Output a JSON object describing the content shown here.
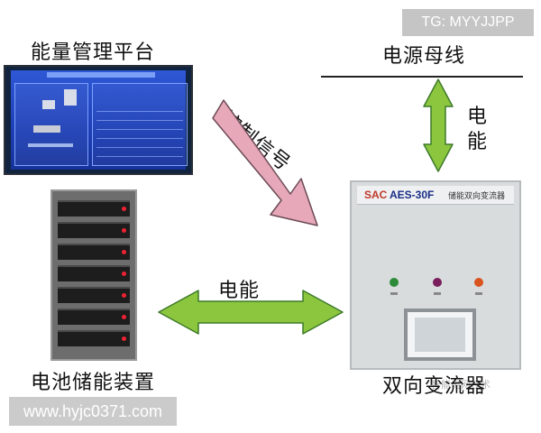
{
  "labels": {
    "platform": "能量管理平台",
    "bus": "电源母线",
    "battery": "电池储能装置",
    "converter": "双向变流器",
    "control_signal": "控制信号",
    "energy_vertical": "电能",
    "energy_horizontal": "电能"
  },
  "converter_panel": {
    "brand": "SAC",
    "model": "AES-30F",
    "name": "储能双向变流器"
  },
  "overlays": {
    "tag": "TG: MYYJJPP",
    "url": "www.hyjc0371.com",
    "watermark": "智能电网技术"
  },
  "colors": {
    "energy_arrow": "#8cc63f",
    "energy_arrow_stroke": "#3d7a2a",
    "control_arrow": "#e7a9b9",
    "control_arrow_stroke": "#6b4a55"
  }
}
